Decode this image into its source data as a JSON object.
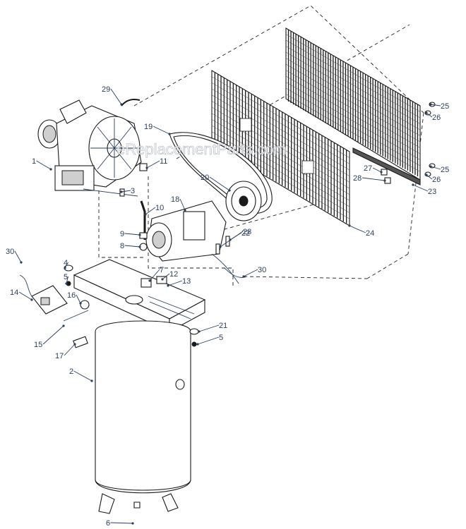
{
  "watermark": "eReplacementParts.com",
  "callouts": [
    {
      "id": "c1",
      "label": "1"
    },
    {
      "id": "c2",
      "label": "2"
    },
    {
      "id": "c3",
      "label": "3"
    },
    {
      "id": "c4",
      "label": "4"
    },
    {
      "id": "c5a",
      "label": "5"
    },
    {
      "id": "c5b",
      "label": "5"
    },
    {
      "id": "c6",
      "label": "6"
    },
    {
      "id": "c7",
      "label": "7"
    },
    {
      "id": "c8",
      "label": "8"
    },
    {
      "id": "c9",
      "label": "9"
    },
    {
      "id": "c10",
      "label": "10"
    },
    {
      "id": "c11",
      "label": "11"
    },
    {
      "id": "c12",
      "label": "12"
    },
    {
      "id": "c13",
      "label": "13"
    },
    {
      "id": "c14",
      "label": "14"
    },
    {
      "id": "c15",
      "label": "15"
    },
    {
      "id": "c16",
      "label": "16"
    },
    {
      "id": "c17",
      "label": "17"
    },
    {
      "id": "c18",
      "label": "18"
    },
    {
      "id": "c19",
      "label": "19"
    },
    {
      "id": "c20",
      "label": "20"
    },
    {
      "id": "c21",
      "label": "21"
    },
    {
      "id": "c22",
      "label": "22"
    },
    {
      "id": "c23",
      "label": "23"
    },
    {
      "id": "c24",
      "label": "24"
    },
    {
      "id": "c25a",
      "label": "25"
    },
    {
      "id": "c25b",
      "label": "25"
    },
    {
      "id": "c26a",
      "label": "26"
    },
    {
      "id": "c26b",
      "label": "26"
    },
    {
      "id": "c27",
      "label": "27"
    },
    {
      "id": "c28a",
      "label": "28"
    },
    {
      "id": "c28b",
      "label": "28"
    },
    {
      "id": "c29",
      "label": "29"
    },
    {
      "id": "c30a",
      "label": "30"
    },
    {
      "id": "c30b",
      "label": "30"
    }
  ]
}
